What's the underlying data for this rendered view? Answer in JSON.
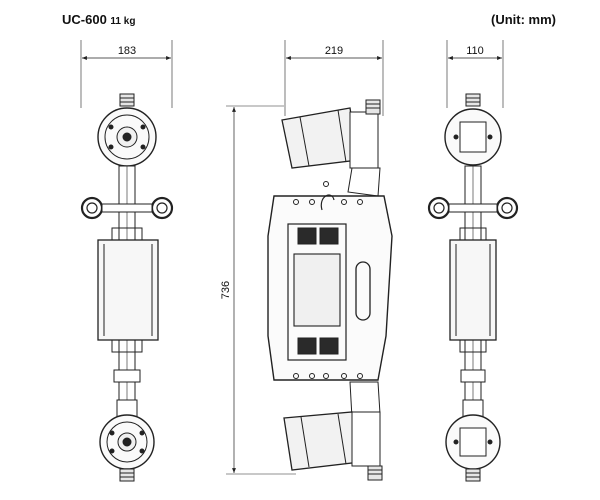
{
  "header": {
    "model": "UC-600",
    "weight": "11 kg",
    "unit_note": "(Unit: mm)"
  },
  "dimensions": {
    "front_width": "183",
    "side_depth": "219",
    "rear_width": "110",
    "height": "736"
  }
}
